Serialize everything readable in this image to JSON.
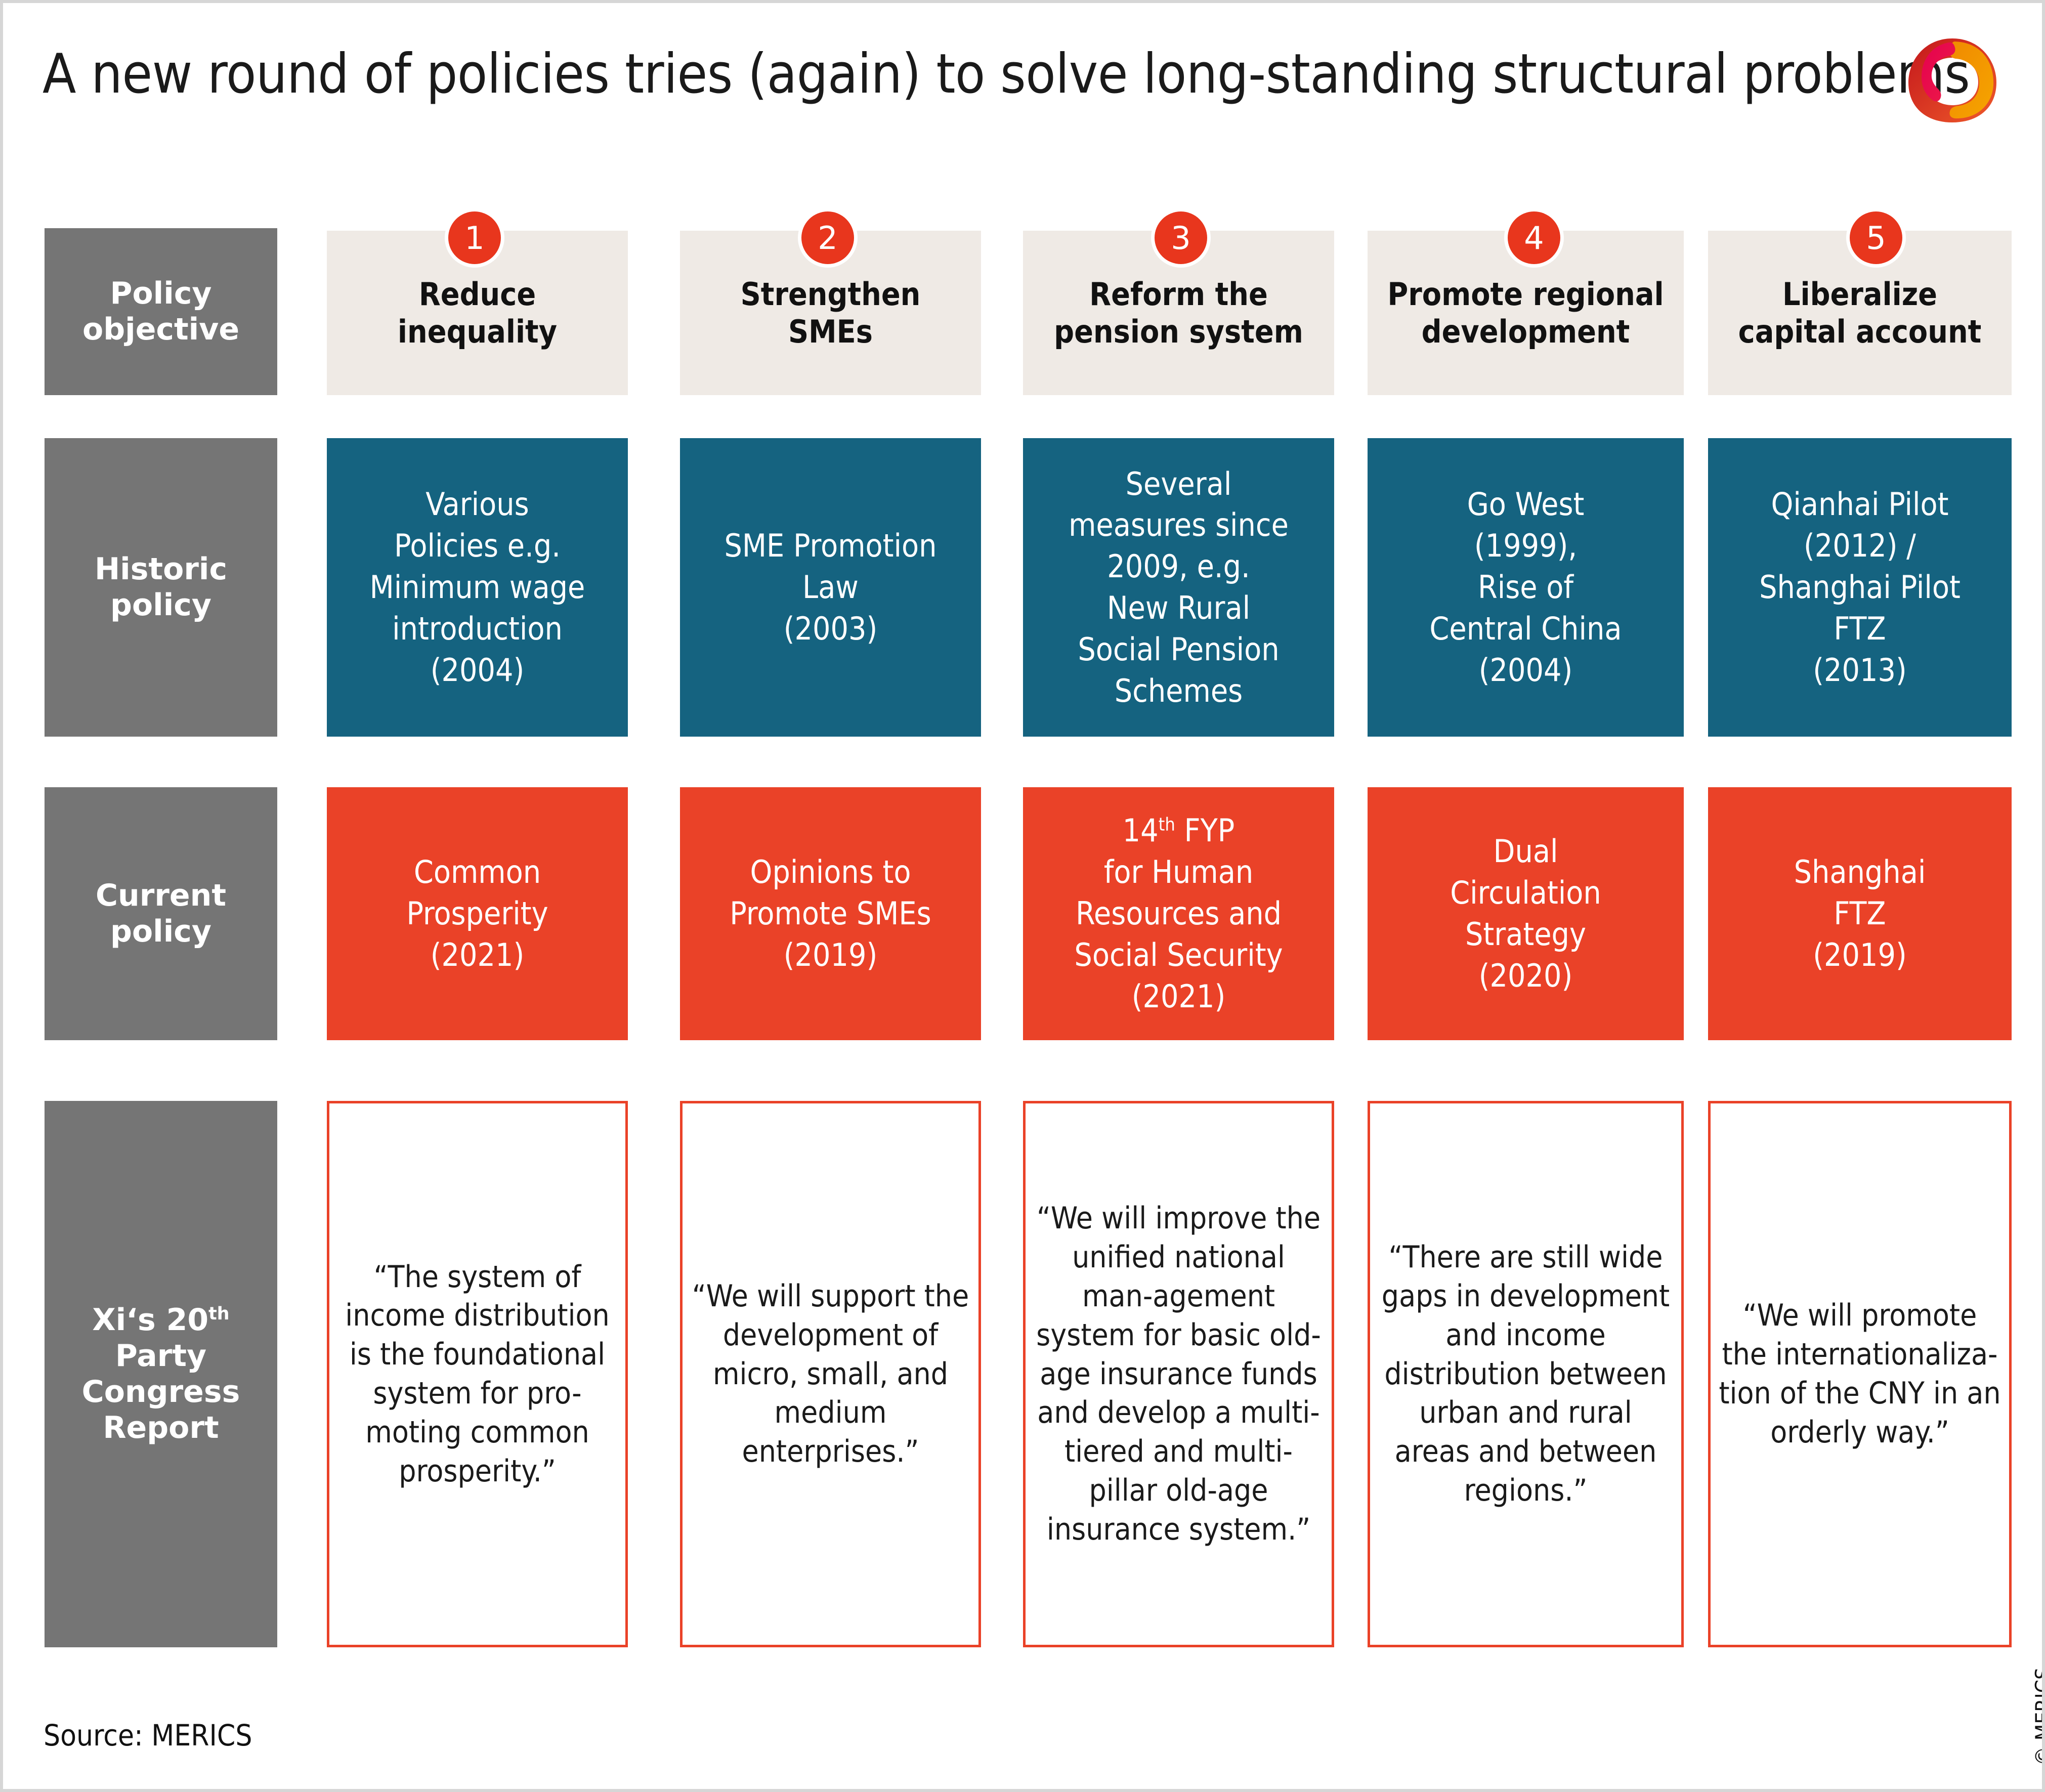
{
  "title": "A new round of policies tries (again) to solve long-standing structural problems",
  "logo_name": "merics-logo",
  "colors": {
    "accent_red": "#ea4228",
    "badge_red": "#e8361d",
    "teal": "#156380",
    "gray": "#757575",
    "beige": "#efeae5"
  },
  "rows": {
    "objective_label": "Policy\nobjective",
    "historic_label": "Historic\npolicy",
    "current_label": "Current\npolicy",
    "report_label_pre": "Xi‘s 20",
    "report_label_sup": "th",
    "report_label_post": "Party\nCongress\nReport"
  },
  "columns": [
    {
      "number": "1",
      "objective": "Reduce\ninequality",
      "historic": "Various\nPolicies e.g.\nMinimum wage\nintroduction\n(2004)",
      "current": "Common\nProsperity\n(2021)",
      "quote": "“The system of income distribution is the foundational system for pro-moting common prosperity.”"
    },
    {
      "number": "2",
      "objective": "Strengthen\nSMEs",
      "historic": "SME Promotion\nLaw\n(2003)",
      "current": "Opinions to\nPromote SMEs\n(2019)",
      "quote": "“We will support the development of micro, small, and medium enterprises.”"
    },
    {
      "number": "3",
      "objective": "Reform the\npension system",
      "historic": "Several\nmeasures since\n2009, e.g.\nNew Rural\nSocial Pension\nSchemes",
      "current_pre": "14",
      "current_sup": "th",
      "current_post": " FYP\nfor Human\nResources and\nSocial Security\n(2021)",
      "quote": "“We will improve the unified national man-agement system for basic old-age insurance funds and develop a multi-tiered and multi-pillar old-age insurance system.”"
    },
    {
      "number": "4",
      "objective": "Promote regional\ndevelopment",
      "historic": "Go West\n(1999),\nRise of\nCentral China\n(2004)",
      "current": "Dual\nCirculation\nStrategy\n(2020)",
      "quote": "“There are still wide gaps in development and income distribution between urban and rural areas and between regions.”"
    },
    {
      "number": "5",
      "objective": "Liberalize\ncapital account",
      "historic": "Qianhai Pilot\n(2012) /\nShanghai Pilot\nFTZ\n(2013)",
      "current": "Shanghai\nFTZ\n(2019)",
      "quote": "“We will promote the internationaliza-tion of the CNY in an orderly way.”"
    }
  ],
  "footer": {
    "source": "Source: MERICS",
    "copyright": "© MERICS"
  }
}
